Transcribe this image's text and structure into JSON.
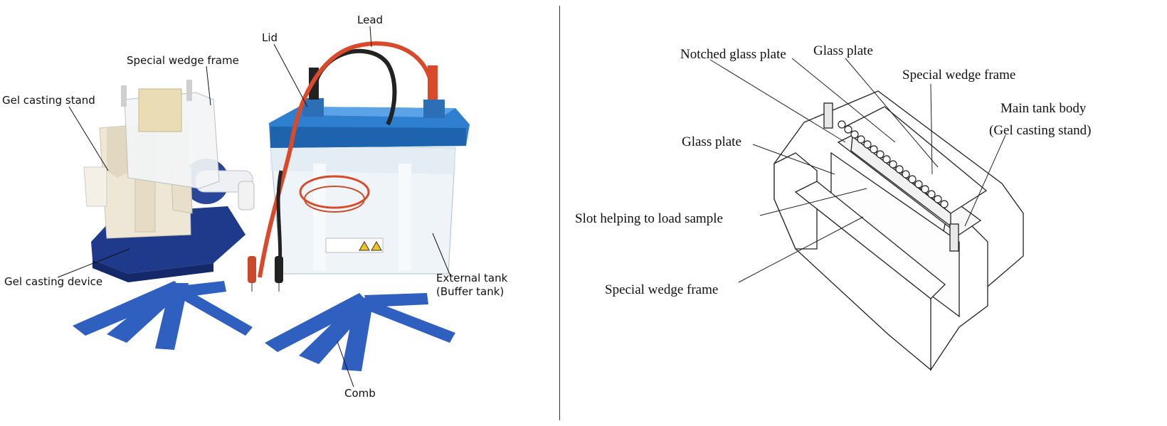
{
  "left_figure": {
    "labels": {
      "lead": "Lead",
      "lid": "Lid",
      "special_wedge_frame": "Special wedge frame",
      "gel_casting_stand": "Gel casting stand",
      "gel_casting_device": "Gel casting device",
      "external_tank_line1": "External tank",
      "external_tank_line2": "(Buffer tank)",
      "comb": "Comb"
    }
  },
  "right_figure": {
    "labels": {
      "notched_glass_plate": "Notched glass plate",
      "glass_plate_top": "Glass plate",
      "special_wedge_frame_top": "Special wedge frame",
      "main_tank_body_line1": "Main tank body",
      "main_tank_body_line2": "(Gel casting stand)",
      "glass_plate_left": "Glass plate",
      "slot": "Slot helping to load sample",
      "special_wedge_frame_bottom": "Special wedge frame"
    }
  },
  "colors": {
    "tank_blue": "#2f7fd0",
    "comb_blue": "#2f5fbf",
    "base_navy": "#1f3a8a",
    "lead_red": "#d94a2a",
    "lead_black": "#222222",
    "stand_beige": "#efe7d6"
  }
}
